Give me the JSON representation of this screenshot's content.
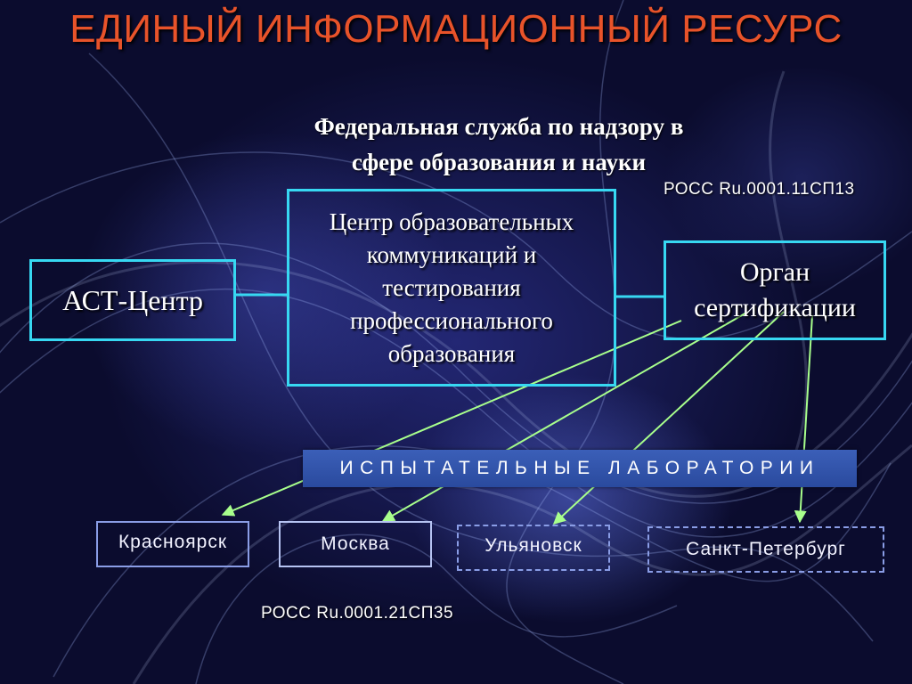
{
  "title": "ЕДИНЫЙ ИНФОРМАЦИОННЫЙ РЕСУРС",
  "subtitle_line1": "Федеральная служба по надзору в",
  "subtitle_line2": "сфере образования и науки",
  "cert_top": "РОСС Ru.0001.11СП13",
  "cert_bottom": "РОСС Ru.0001.21СП35",
  "ast_center": "АСТ-Центр",
  "center_box": {
    "line1": "Центр образовательных",
    "line2": "коммуникаций и",
    "line3": "тестирования",
    "line4": "профессионального",
    "line5": "образования"
  },
  "cert_body": {
    "line1": "Орган",
    "line2": "сертификации"
  },
  "labs_banner": "ИСПЫТАТЕЛЬНЫЕ ЛАБОРАТОРИИ",
  "cities": [
    "Красноярск",
    "Москва",
    "Ульяновск",
    "Санкт-Петербург"
  ],
  "colors": {
    "title": "#e8532a",
    "box_border": "#37d8f2",
    "arrows": "#a8ff8c",
    "banner": "#3558ad"
  }
}
